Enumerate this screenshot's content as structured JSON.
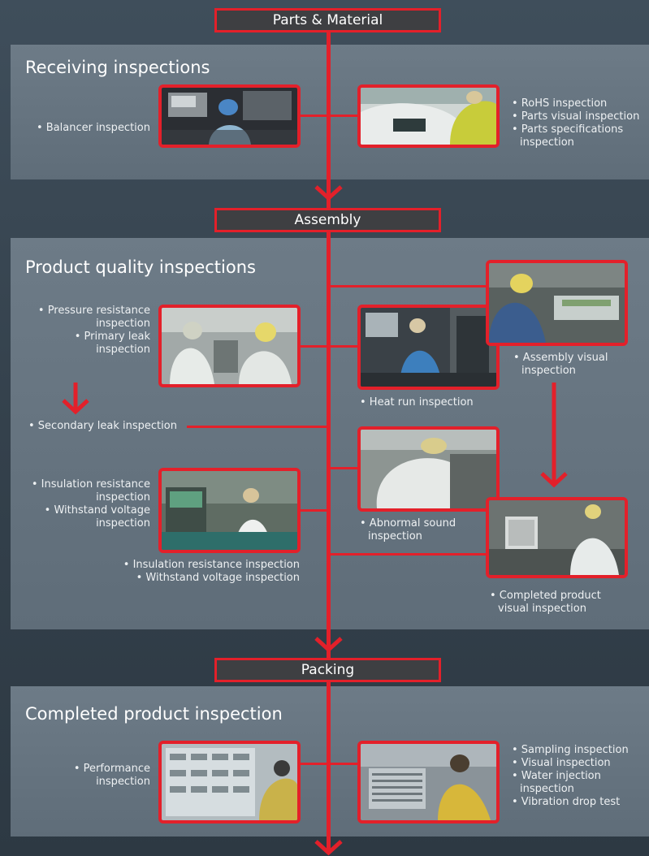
{
  "stages": {
    "parts": "Parts & Material",
    "assembly": "Assembly",
    "packing": "Packing"
  },
  "receiving": {
    "title": "Receiving inspections",
    "left": [
      "• Balancer inspection"
    ],
    "right": [
      "• RoHS inspection",
      "• Parts visual inspection",
      "• Parts specifications",
      "inspection"
    ]
  },
  "product": {
    "title": "Product quality inspections",
    "pressure": [
      "• Pressure resistance",
      "inspection",
      "• Primary leak",
      "inspection"
    ],
    "secondary": "• Secondary leak inspection",
    "insulation_left": [
      "• Insulation resistance",
      "inspection",
      "• Withstand voltage",
      "inspection"
    ],
    "insulation_below": [
      "• Insulation resistance inspection",
      "• Withstand voltage inspection"
    ],
    "heat_run": "• Heat run inspection",
    "assembly_visual": [
      "• Assembly visual",
      "inspection"
    ],
    "abnormal": [
      "• Abnormal sound",
      "inspection"
    ],
    "completed_visual": [
      "• Completed product",
      "visual inspection"
    ]
  },
  "completed": {
    "title": "Completed product inspection",
    "left": [
      "• Performance",
      "inspection"
    ],
    "right": [
      "• Sampling inspection",
      "• Visual inspection",
      "• Water injection",
      "inspection",
      "• Vibration drop test"
    ]
  },
  "colors": {
    "accent": "#e3202a",
    "panel": "#66747f",
    "stage_bg": "#3e3f42"
  }
}
